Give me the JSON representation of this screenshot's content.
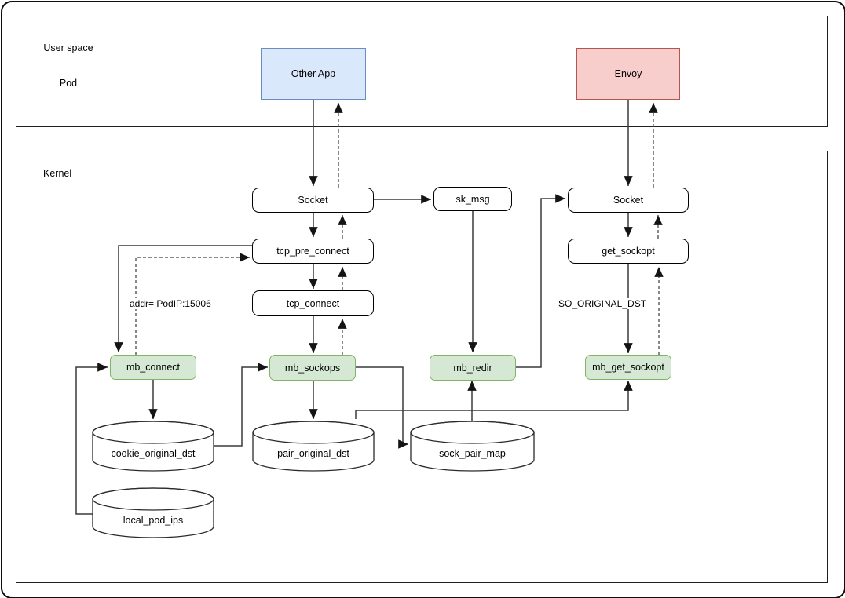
{
  "diagram": {
    "regions": {
      "user_space": {
        "label_line1": "User space",
        "label_line2": "Pod"
      },
      "kernel": {
        "label": "Kernel"
      }
    },
    "nodes": {
      "other_app": {
        "label": "Other App"
      },
      "envoy": {
        "label": "Envoy"
      },
      "socket_app": {
        "label": "Socket"
      },
      "sk_msg": {
        "label": "sk_msg"
      },
      "socket_envoy": {
        "label": "Socket"
      },
      "tcp_pre_connect": {
        "label": "tcp_pre_connect"
      },
      "tcp_connect": {
        "label": "tcp_connect"
      },
      "get_sockopt": {
        "label": "get_sockopt"
      },
      "mb_connect": {
        "label": "mb_connect"
      },
      "mb_sockops": {
        "label": "mb_sockops"
      },
      "mb_redir": {
        "label": "mb_redir"
      },
      "mb_get_sockopt": {
        "label": "mb_get_sockopt"
      }
    },
    "stores": {
      "cookie_original_dst": {
        "label": "cookie_original_dst"
      },
      "pair_original_dst": {
        "label": "pair_original_dst"
      },
      "sock_pair_map": {
        "label": "sock_pair_map"
      },
      "local_pod_ips": {
        "label": "local_pod_ips"
      }
    },
    "edge_labels": {
      "addr": "addr= PodIP:15006",
      "so_original_dst": "SO_ORIGINAL_DST"
    },
    "colors": {
      "hook_fill": "#d5e8d4",
      "hook_stroke": "#82b366",
      "app_fill": "#dae8fc",
      "app_stroke": "#6c8ebf",
      "envoy_fill": "#f8cecc",
      "envoy_stroke": "#b85450",
      "solid_line": "#3a3a3a",
      "dashed_line": "#616161"
    }
  }
}
